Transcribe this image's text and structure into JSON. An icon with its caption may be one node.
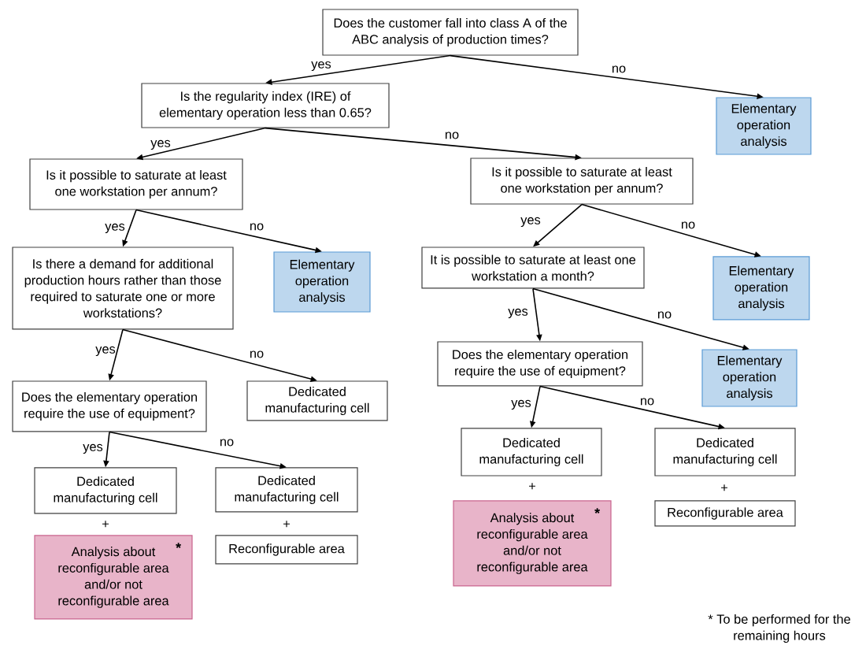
{
  "diagram": {
    "nodes": [
      {
        "text": [
          "Does the customer fall into class A of the ABC analysis of production times?"
        ]
      },
      {
        "text": [
          "Is the regularity index (IRE) of elementary operation less than 0.65?"
        ]
      },
      {
        "text": [
          "Elementary operation analysis"
        ]
      },
      {
        "text": [
          "Is it possible to saturate at least one workstation per annum?"
        ]
      },
      {
        "text": [
          "Is it possible to saturate at least one workstation per annum?"
        ]
      },
      {
        "text": [
          "Is there a demand for additional production hours rather than those required to saturate one or more workstations?"
        ]
      },
      {
        "text": [
          "Elementary operation analysis"
        ]
      },
      {
        "text": [
          "It is possible to saturate at least one workstation a month?"
        ]
      },
      {
        "text": [
          "Elementary operation analysis"
        ]
      },
      {
        "text": [
          "Does the elementary operation require the use of equipment?"
        ]
      },
      {
        "text": [
          "Dedicated manufacturing cell"
        ]
      },
      {
        "text": [
          "Does the elementary operation require the use of equipment?"
        ]
      },
      {
        "text": [
          "Elementary operation analysis"
        ]
      },
      {
        "text": [
          "Dedicated manufacturing cell"
        ]
      },
      {
        "text": [
          "Dedicated manufacturing cell"
        ]
      },
      {
        "text": [
          "Dedicated manufacturing cell"
        ]
      },
      {
        "text": [
          "Dedicated manufacturing cell"
        ]
      },
      {
        "text": [
          "Analysis about reconfigurable area and/or not reconfigurable area",
          "*"
        ]
      },
      {
        "text": [
          "Reconfigurable area"
        ]
      },
      {
        "text": [
          "Analysis about reconfigurable area and/or not reconfigurable area",
          "*"
        ]
      },
      {
        "text": [
          "Reconfigurable area"
        ]
      }
    ],
    "edges": [
      {
        "from": 0,
        "to": 1,
        "arrow": "to",
        "label": "yes"
      },
      {
        "from": 0,
        "to": 2,
        "arrow": "to",
        "label": "no"
      },
      {
        "from": 1,
        "to": 3,
        "arrow": "to",
        "label": "yes"
      },
      {
        "from": 1,
        "to": 4,
        "arrow": "to",
        "label": "no"
      },
      {
        "from": 3,
        "to": 5,
        "arrow": "to",
        "label": "yes"
      },
      {
        "from": 3,
        "to": 6,
        "arrow": "to",
        "label": "no"
      },
      {
        "from": 4,
        "to": 7,
        "arrow": "to",
        "label": "yes"
      },
      {
        "from": 4,
        "to": 8,
        "arrow": "to",
        "label": "no"
      },
      {
        "from": 5,
        "to": 9,
        "arrow": "to",
        "label": "yes"
      },
      {
        "from": 5,
        "to": 10,
        "arrow": "to",
        "label": "no"
      },
      {
        "from": 7,
        "to": 11,
        "arrow": "to",
        "label": "yes"
      },
      {
        "from": 7,
        "to": 12,
        "arrow": "to",
        "label": "no"
      },
      {
        "from": 9,
        "to": 13,
        "arrow": "to",
        "label": "yes"
      },
      {
        "from": 9,
        "to": 14,
        "arrow": "to",
        "label": "no"
      },
      {
        "from": 11,
        "to": 15,
        "arrow": "to",
        "label": "yes"
      },
      {
        "from": 11,
        "to": 16,
        "arrow": "to",
        "label": "no"
      }
    ],
    "labels": [
      "+",
      "+",
      "+",
      "+",
      "* To be performed for the remaining hours"
    ]
  }
}
